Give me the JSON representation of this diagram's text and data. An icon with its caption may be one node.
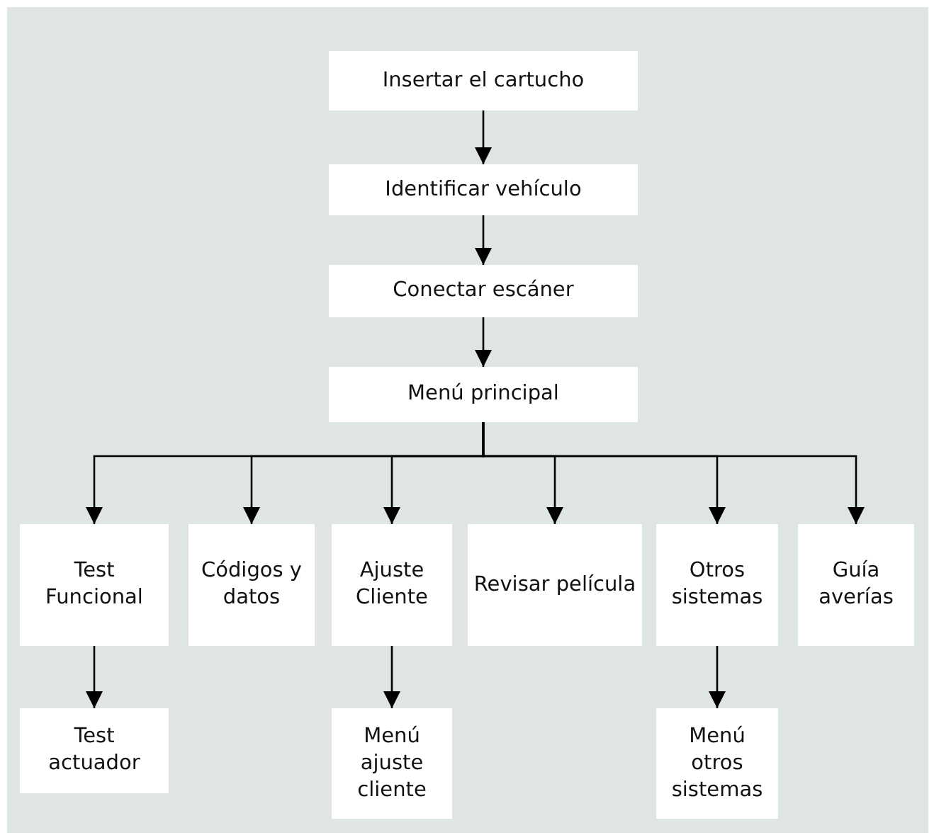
{
  "diagram": {
    "nodes": [
      {
        "text": [
          "Insertar el cartucho"
        ]
      },
      {
        "text": [
          "Identificar vehículo"
        ]
      },
      {
        "text": [
          "Conectar escáner"
        ]
      },
      {
        "text": [
          "Menú principal"
        ]
      },
      {
        "text": [
          "Test Funcional"
        ]
      },
      {
        "text": [
          "Códigos y datos"
        ]
      },
      {
        "text": [
          "Ajuste Cliente"
        ]
      },
      {
        "text": [
          "Revisar película"
        ]
      },
      {
        "text": [
          "Otros sistemas"
        ]
      },
      {
        "text": [
          "Guía averías"
        ]
      },
      {
        "text": [
          "Test actuador"
        ]
      },
      {
        "text": [
          "Menú ajuste cliente"
        ]
      },
      {
        "text": [
          "Menú otros sistemas"
        ]
      }
    ],
    "edges": [
      {
        "from": 0,
        "to": 1,
        "arrow": "to"
      },
      {
        "from": 1,
        "to": 2,
        "arrow": "to"
      },
      {
        "from": 2,
        "to": 3,
        "arrow": "to"
      },
      {
        "from": 3,
        "to": 4,
        "arrow": "to"
      },
      {
        "from": 3,
        "to": 5,
        "arrow": "to"
      },
      {
        "from": 3,
        "to": 6,
        "arrow": "to"
      },
      {
        "from": 3,
        "to": 7,
        "arrow": "to"
      },
      {
        "from": 3,
        "to": 8,
        "arrow": "to"
      },
      {
        "from": 3,
        "to": 9,
        "arrow": "to"
      },
      {
        "from": 4,
        "to": 10,
        "arrow": "to"
      },
      {
        "from": 6,
        "to": 11,
        "arrow": "to"
      },
      {
        "from": 8,
        "to": 12,
        "arrow": "to"
      }
    ]
  }
}
